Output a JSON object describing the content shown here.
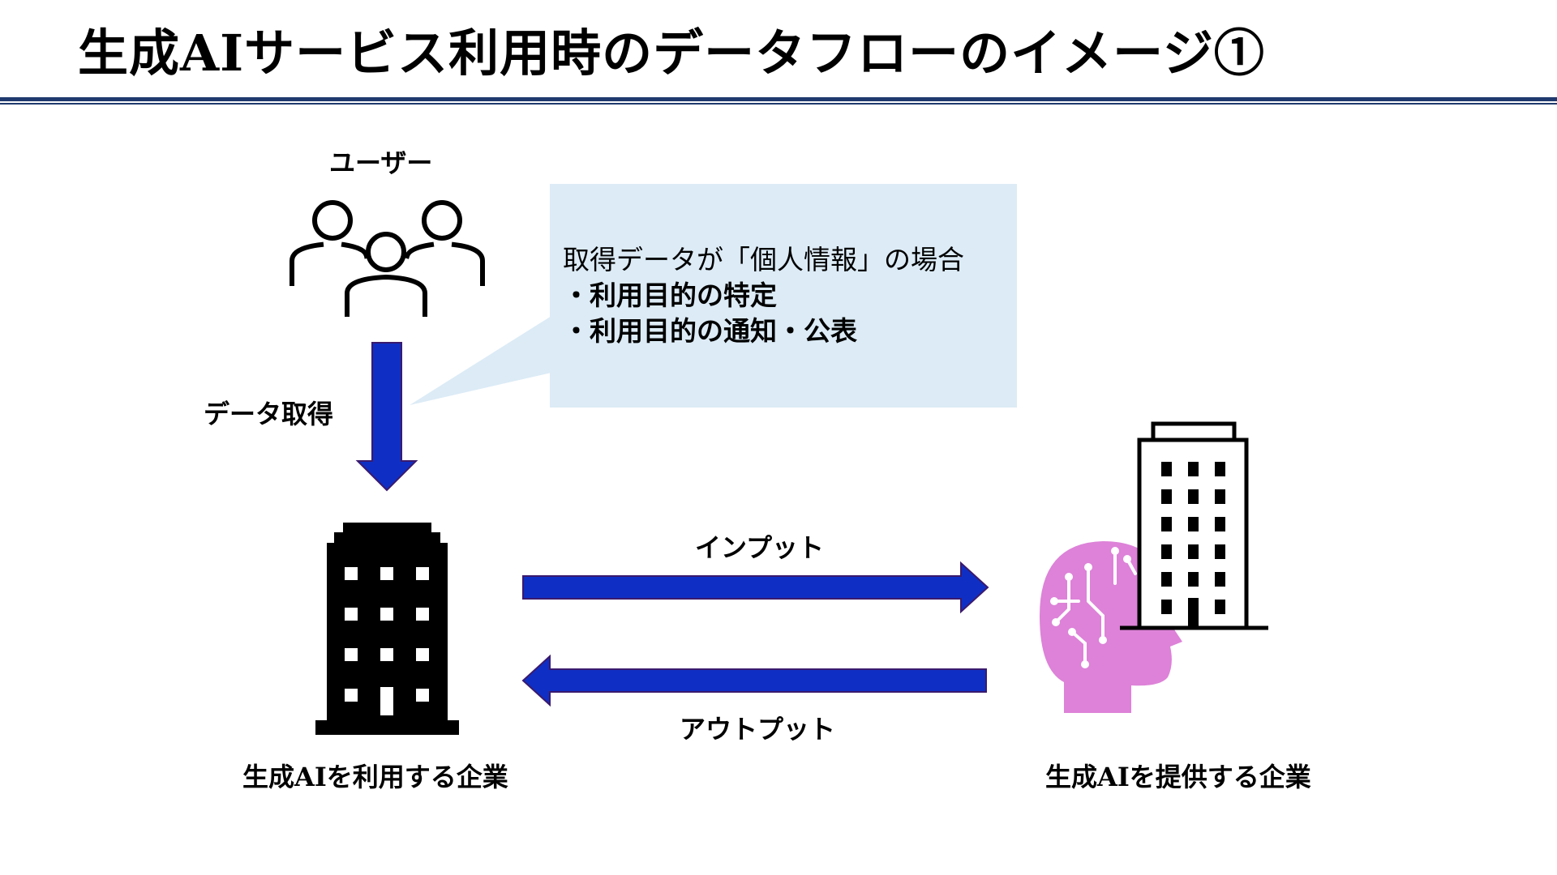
{
  "slide": {
    "title": "生成AIサービス利用時のデータフローのイメージ①"
  },
  "diagram": {
    "user_label": "ユーザー",
    "acquire_label": "データ取得",
    "callout": {
      "heading": "取得データが「個人情報」の場合",
      "items": [
        "・利用目的の特定",
        "・利用目的の通知・公表"
      ]
    },
    "input_label": "インプット",
    "output_label": "アウトプット",
    "user_company_label": "生成AIを利用する企業",
    "provider_company_label": "生成AIを提供する企業"
  },
  "colors": {
    "arrow_fill": "#0f2fc4",
    "arrow_stroke": "#3a1a6e",
    "callout_bg": "#dcebf6",
    "ai_head": "#dd82d8",
    "title_rule": "#1f3a6e"
  }
}
